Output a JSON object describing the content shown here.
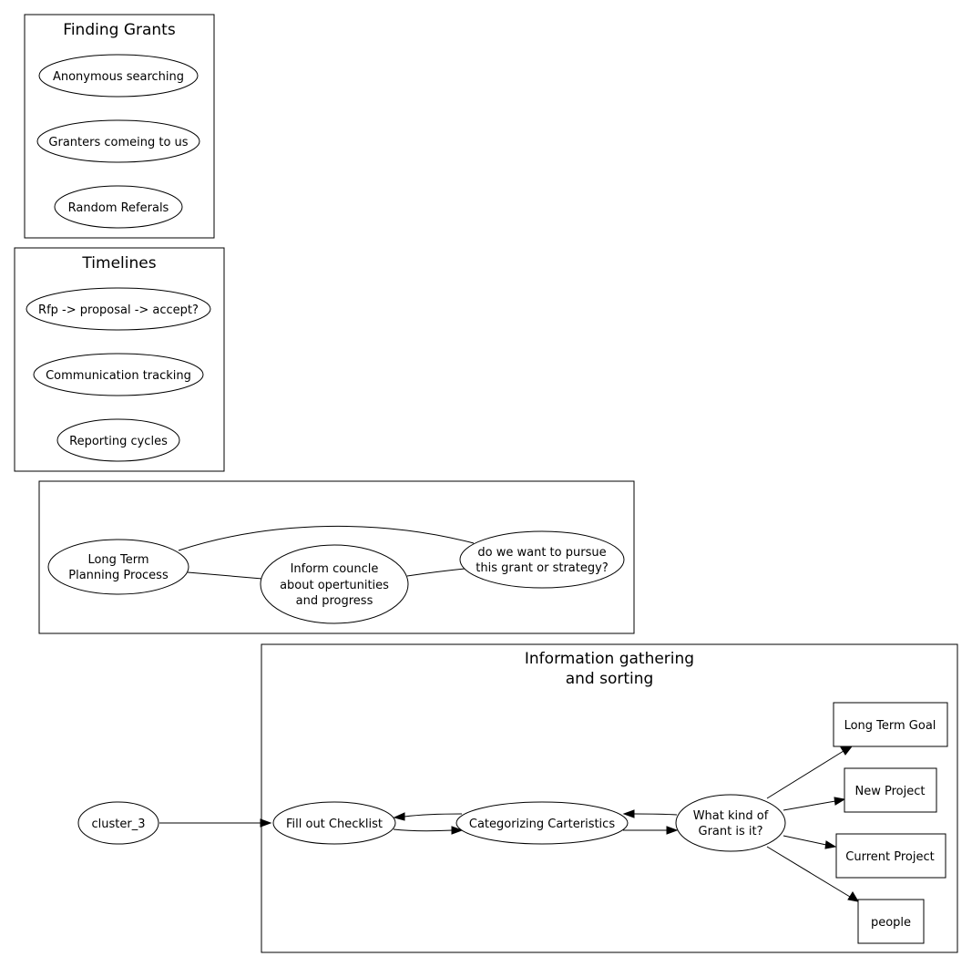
{
  "clusters": {
    "finding_grants": {
      "title": "Finding Grants"
    },
    "timelines": {
      "title": "Timelines"
    },
    "info": {
      "title_line1": "Information gathering",
      "title_line2": "and sorting"
    }
  },
  "nodes": {
    "anonymous_searching": "Anonymous searching",
    "granters_coming": "Granters comeing to us",
    "random_referals": "Random Referals",
    "rfp": "Rfp -> proposal -> accept?",
    "communication": "Communication tracking",
    "reporting": "Reporting cycles",
    "long_term_planning": {
      "line1": "Long Term",
      "line2": "Planning Process"
    },
    "inform_councle": {
      "line1": "Inform councle",
      "line2": "about opertunities",
      "line3": "and progress"
    },
    "pursue": {
      "line1": "do we want to pursue",
      "line2": "this grant or strategy?"
    },
    "cluster_3": "cluster_3",
    "fill_checklist": "Fill out Checklist",
    "categorizing": "Categorizing Carteristics",
    "what_kind": {
      "line1": "What kind of",
      "line2": "Grant is it?"
    },
    "long_term_goal": "Long Term Goal",
    "new_project": "New Project",
    "current_project": "Current Project",
    "people": "people"
  }
}
